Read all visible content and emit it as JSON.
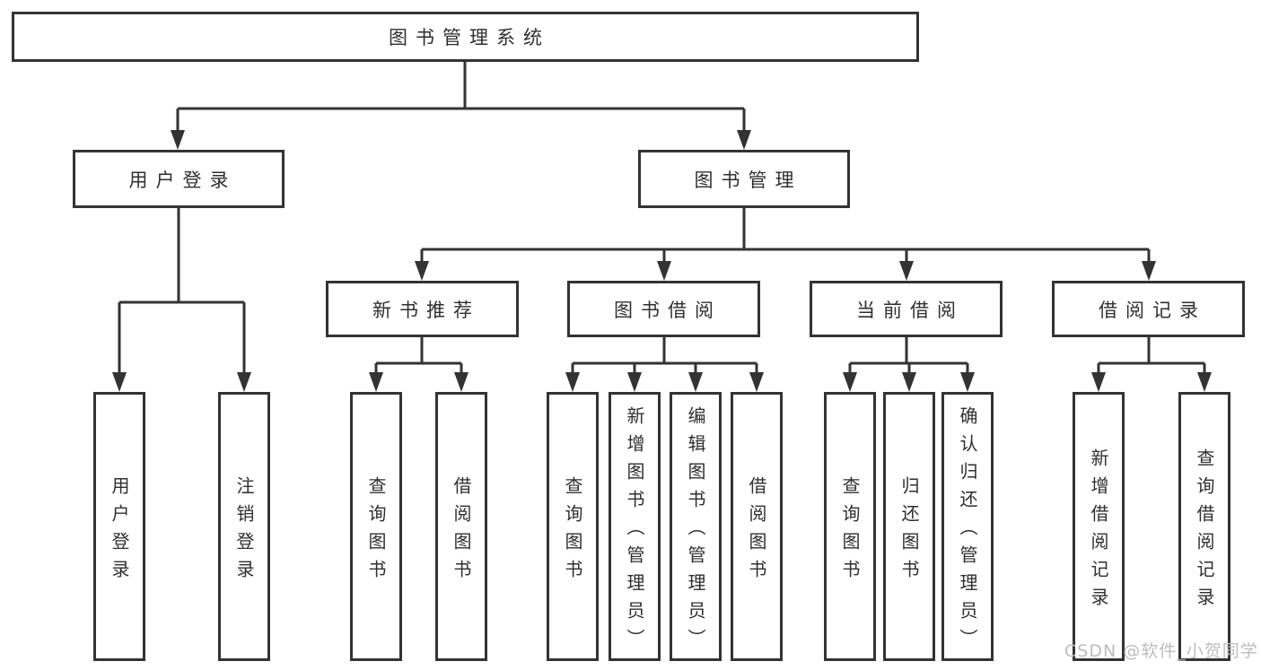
{
  "tree": {
    "label": "图书管理系统",
    "children": [
      {
        "label": "用户登录",
        "children": [
          {
            "label": "用户登录"
          },
          {
            "label": "注销登录"
          }
        ]
      },
      {
        "label": "图书管理",
        "children": [
          {
            "label": "新书推荐",
            "children": [
              {
                "label": "查询图书"
              },
              {
                "label": "借阅图书"
              }
            ]
          },
          {
            "label": "图书借阅",
            "children": [
              {
                "label": "查询图书"
              },
              {
                "label": "新增图书（管理员）"
              },
              {
                "label": "编辑图书（管理员）"
              },
              {
                "label": "借阅图书"
              }
            ]
          },
          {
            "label": "当前借阅",
            "children": [
              {
                "label": "查询图书"
              },
              {
                "label": "归还图书"
              },
              {
                "label": "确认归还（管理员）"
              }
            ]
          },
          {
            "label": "借阅记录",
            "children": [
              {
                "label": "新增借阅记录"
              },
              {
                "label": "查询借阅记录"
              }
            ]
          }
        ]
      }
    ]
  },
  "watermark": {
    "text": "CSDN @软件_小贺同学"
  },
  "colors": {
    "line": "#333333",
    "text": "#2f2f2f",
    "watermark": "#bdbdbd",
    "background": "#ffffff"
  }
}
